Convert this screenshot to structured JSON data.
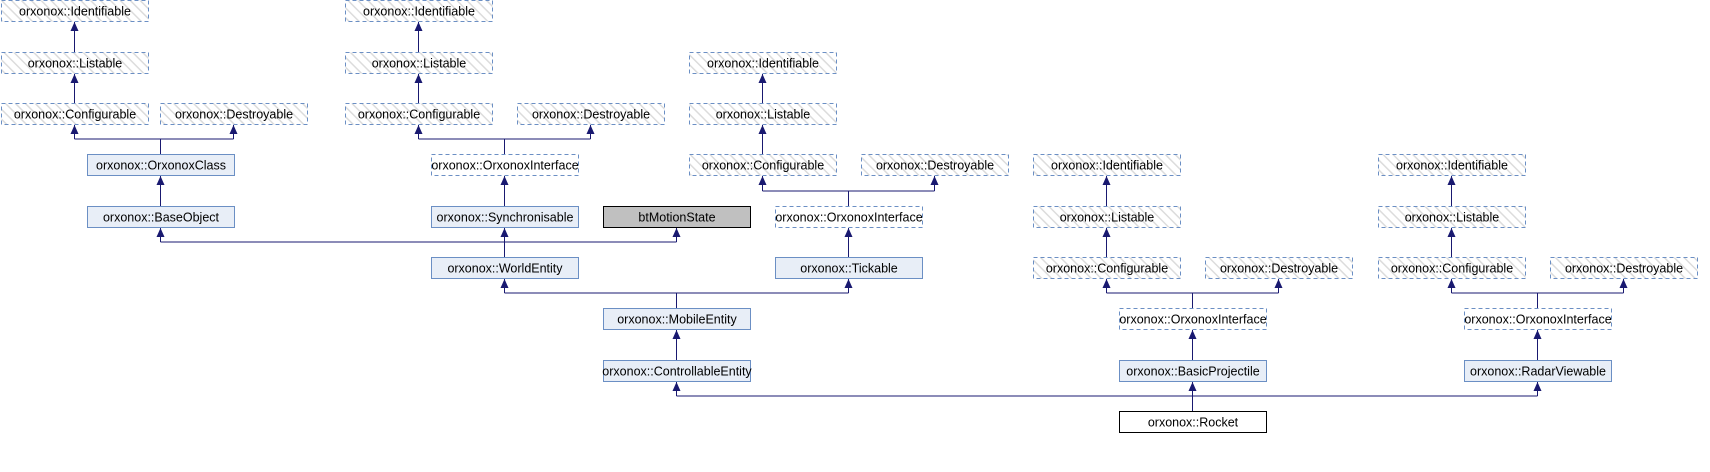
{
  "diagram": {
    "kind": "class inheritance graph",
    "colors": {
      "edge": "#191970",
      "solid_node_fill": "#e8eef7",
      "solid_node_border": "#6b8fc4",
      "dashed_node_border": "#6b8fc4",
      "hatched_node_border": "#6b8fc4",
      "hatch_stripe": "#dcdcdc",
      "undocumented_fill": "#c0c0c0",
      "root_border": "#000000"
    },
    "nodes": [
      {
        "id": "n1",
        "label": "orxonox::Identifiable",
        "style": "hatched"
      },
      {
        "id": "n2",
        "label": "orxonox::Listable",
        "style": "hatched"
      },
      {
        "id": "n3",
        "label": "orxonox::Configurable",
        "style": "hatched"
      },
      {
        "id": "n4",
        "label": "orxonox::Destroyable",
        "style": "hatched"
      },
      {
        "id": "n5",
        "label": "orxonox::OrxonoxClass",
        "style": "solid"
      },
      {
        "id": "n6",
        "label": "orxonox::BaseObject",
        "style": "solid"
      },
      {
        "id": "n7",
        "label": "orxonox::Identifiable",
        "style": "hatched"
      },
      {
        "id": "n8",
        "label": "orxonox::Listable",
        "style": "hatched"
      },
      {
        "id": "n9",
        "label": "orxonox::Configurable",
        "style": "hatched"
      },
      {
        "id": "n10",
        "label": "orxonox::Destroyable",
        "style": "hatched"
      },
      {
        "id": "n11",
        "label": "orxonox::OrxonoxInterface",
        "style": "dashed"
      },
      {
        "id": "n12",
        "label": "orxonox::Synchronisable",
        "style": "solid"
      },
      {
        "id": "n13",
        "label": "btMotionState",
        "style": "gray"
      },
      {
        "id": "n14",
        "label": "orxonox::Identifiable",
        "style": "hatched"
      },
      {
        "id": "n15",
        "label": "orxonox::Listable",
        "style": "hatched"
      },
      {
        "id": "n16",
        "label": "orxonox::Configurable",
        "style": "hatched"
      },
      {
        "id": "n17",
        "label": "orxonox::Destroyable",
        "style": "hatched"
      },
      {
        "id": "n18",
        "label": "orxonox::OrxonoxInterface",
        "style": "dashed"
      },
      {
        "id": "n19",
        "label": "orxonox::Tickable",
        "style": "solid"
      },
      {
        "id": "n20",
        "label": "orxonox::WorldEntity",
        "style": "solid"
      },
      {
        "id": "n21",
        "label": "orxonox::MobileEntity",
        "style": "solid"
      },
      {
        "id": "n22",
        "label": "orxonox::ControllableEntity",
        "style": "solid"
      },
      {
        "id": "n23",
        "label": "orxonox::Identifiable",
        "style": "hatched"
      },
      {
        "id": "n24",
        "label": "orxonox::Listable",
        "style": "hatched"
      },
      {
        "id": "n25",
        "label": "orxonox::Configurable",
        "style": "hatched"
      },
      {
        "id": "n26",
        "label": "orxonox::Destroyable",
        "style": "hatched"
      },
      {
        "id": "n27",
        "label": "orxonox::OrxonoxInterface",
        "style": "dashed"
      },
      {
        "id": "n28",
        "label": "orxonox::BasicProjectile",
        "style": "solid"
      },
      {
        "id": "n29",
        "label": "orxonox::Identifiable",
        "style": "hatched"
      },
      {
        "id": "n30",
        "label": "orxonox::Listable",
        "style": "hatched"
      },
      {
        "id": "n31",
        "label": "orxonox::Configurable",
        "style": "hatched"
      },
      {
        "id": "n32",
        "label": "orxonox::Destroyable",
        "style": "hatched"
      },
      {
        "id": "n33",
        "label": "orxonox::OrxonoxInterface",
        "style": "dashed"
      },
      {
        "id": "n34",
        "label": "orxonox::RadarViewable",
        "style": "solid"
      },
      {
        "id": "n35",
        "label": "orxonox::Rocket",
        "style": "root"
      }
    ],
    "edges": [
      {
        "from": "n2",
        "to": [
          "n1"
        ]
      },
      {
        "from": "n3",
        "to": [
          "n2"
        ]
      },
      {
        "from": "n5",
        "to": [
          "n3",
          "n4"
        ]
      },
      {
        "from": "n6",
        "to": [
          "n5"
        ]
      },
      {
        "from": "n8",
        "to": [
          "n7"
        ]
      },
      {
        "from": "n9",
        "to": [
          "n8"
        ]
      },
      {
        "from": "n11",
        "to": [
          "n9",
          "n10"
        ]
      },
      {
        "from": "n12",
        "to": [
          "n11"
        ]
      },
      {
        "from": "n15",
        "to": [
          "n14"
        ]
      },
      {
        "from": "n16",
        "to": [
          "n15"
        ]
      },
      {
        "from": "n18",
        "to": [
          "n16",
          "n17"
        ]
      },
      {
        "from": "n19",
        "to": [
          "n18"
        ]
      },
      {
        "from": "n20",
        "to": [
          "n6",
          "n12",
          "n13"
        ]
      },
      {
        "from": "n21",
        "to": [
          "n20",
          "n19"
        ]
      },
      {
        "from": "n22",
        "to": [
          "n21"
        ]
      },
      {
        "from": "n24",
        "to": [
          "n23"
        ]
      },
      {
        "from": "n25",
        "to": [
          "n24"
        ]
      },
      {
        "from": "n27",
        "to": [
          "n25",
          "n26"
        ]
      },
      {
        "from": "n28",
        "to": [
          "n27"
        ]
      },
      {
        "from": "n30",
        "to": [
          "n29"
        ]
      },
      {
        "from": "n31",
        "to": [
          "n30"
        ]
      },
      {
        "from": "n33",
        "to": [
          "n31",
          "n32"
        ]
      },
      {
        "from": "n34",
        "to": [
          "n33"
        ]
      },
      {
        "from": "n35",
        "to": [
          "n22",
          "n28",
          "n34"
        ]
      }
    ]
  }
}
